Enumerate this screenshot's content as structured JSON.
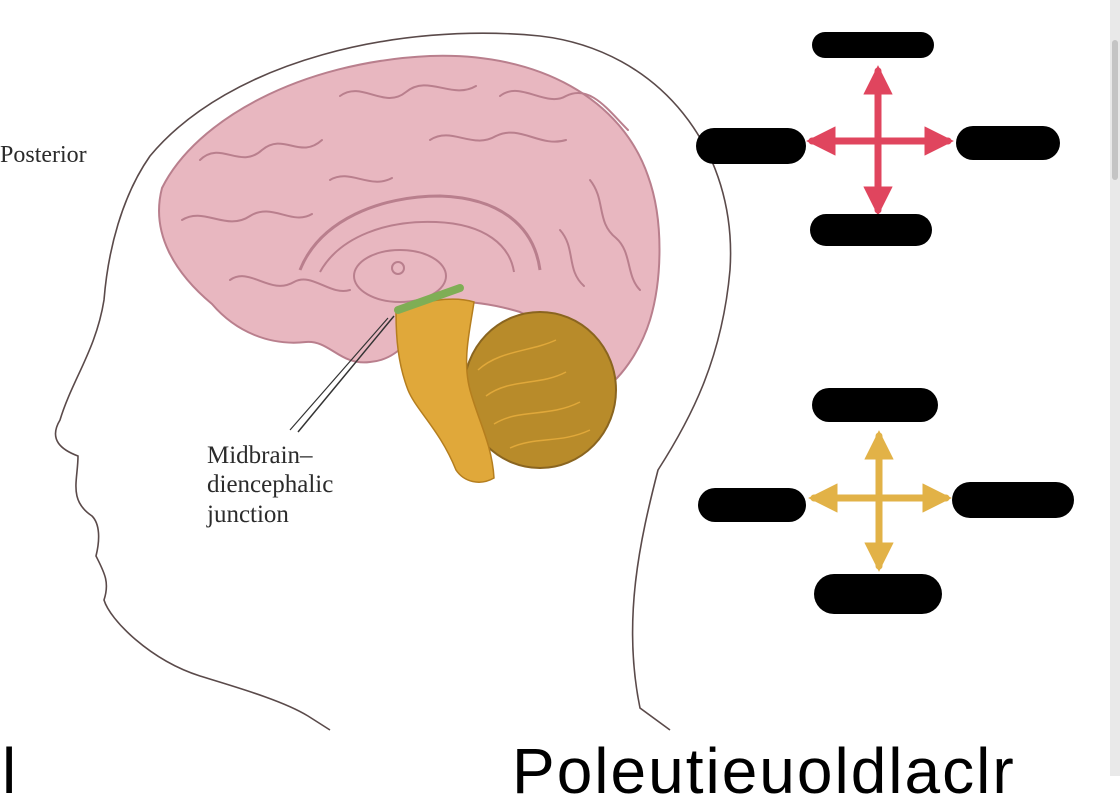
{
  "labels": {
    "posterior": "Posterior",
    "junction_lines": [
      "Midbrain–",
      "diencephalic",
      "junction"
    ]
  },
  "bottom_text": {
    "left": "l",
    "right": "Poleutieuoldlaclr"
  },
  "colors": {
    "cerebrum": "#e8b7c0",
    "cerebrum_dark": "#b97f8d",
    "brainstem": "#e0a83a",
    "cerebellum": "#b88b2a",
    "junction": "#7fae55",
    "arrow_red": "#e0455e",
    "arrow_gold": "#e2b247",
    "redaction": "#000000",
    "head_outline": "#5a4a4a"
  },
  "icons": [
    "four-way-arrow-icon-red",
    "four-way-arrow-icon-gold"
  ]
}
